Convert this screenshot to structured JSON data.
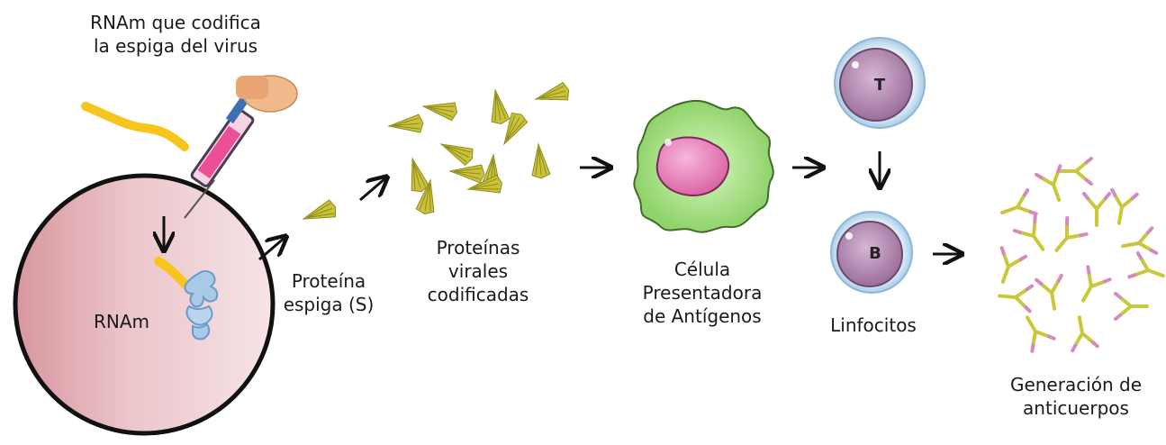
{
  "labels": {
    "mrna_title": [
      "RNAm que codifica",
      "la espiga del virus"
    ],
    "cell_mrna": "RNAm",
    "spike_protein": [
      "Proteína",
      "espiga (S)"
    ],
    "viral_proteins": [
      "Proteínas",
      "virales",
      "codificadas"
    ],
    "apc": [
      "Célula",
      "Presentadora",
      "de Antígenos"
    ],
    "t_cell": "T",
    "b_cell": "B",
    "lymphocytes": "Linfocitos",
    "antibodies": [
      "Generación de",
      "anticuerpos"
    ]
  },
  "colors": {
    "cell_fill_dark": "#d9a0a6",
    "cell_fill_light": "#f1d9dc",
    "mrna_strand": "#f7c51b",
    "spike": "#c9c23a",
    "apc_body": "#a9e38a",
    "apc_nucleus": "#e07ab0",
    "lymph_halo": "#bcd9ee",
    "lymph_body": "#b58fb3",
    "antibody": "#c8c83a",
    "antibody_tip": "#d58abf",
    "arrow": "#111111"
  },
  "icons": [
    "mrna-strand-icon",
    "syringe-icon",
    "ribosome-icon",
    "spike-protein-icon",
    "apc-cell-icon",
    "t-lymphocyte-icon",
    "b-lymphocyte-icon",
    "antibody-icon"
  ]
}
